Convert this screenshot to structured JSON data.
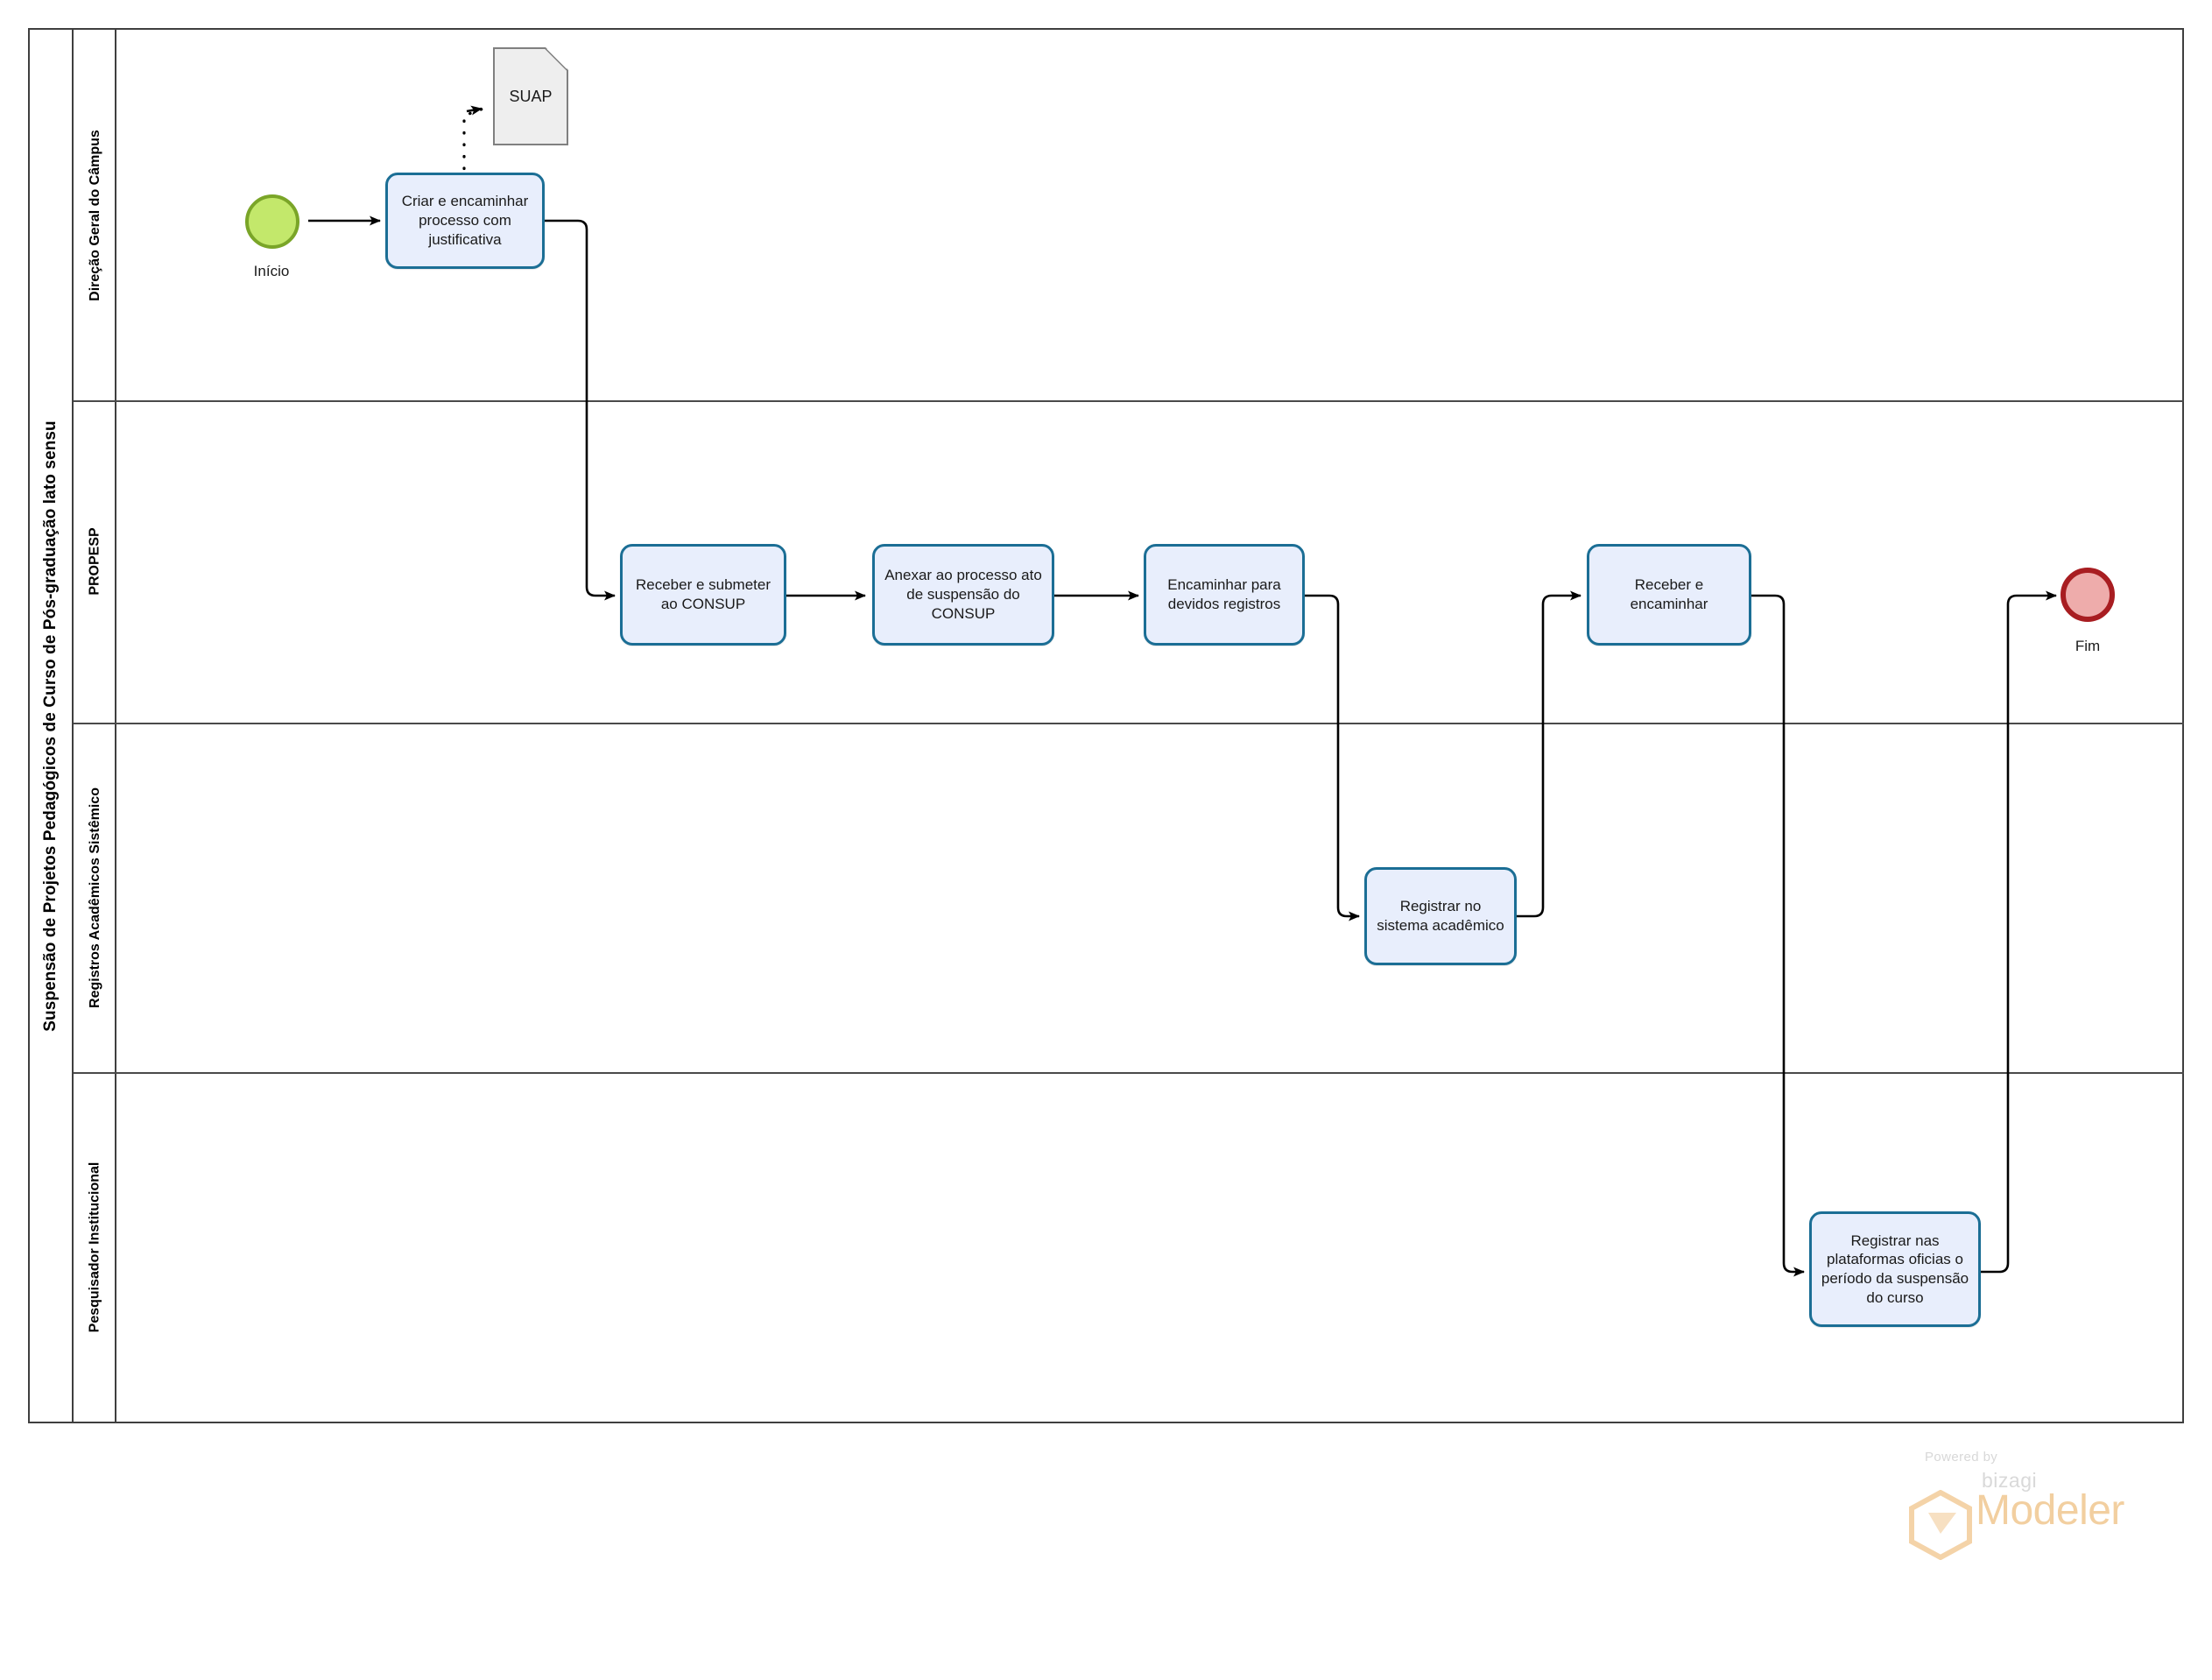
{
  "diagram": {
    "type": "bpmn-process",
    "pool_title": "Suspensão de Projetos Pedagógicos de Curso de Pós-graduação lato sensu",
    "lanes": [
      {
        "id": "lane-direcao-geral",
        "label": "Direção Geral do Câmpus"
      },
      {
        "id": "lane-propesp",
        "label": "PROPESP"
      },
      {
        "id": "lane-registros-academicos",
        "label": "Registros Acadêmicos Sistêmico"
      },
      {
        "id": "lane-pesquisador",
        "label": "Pesquisador Institucional"
      }
    ],
    "events": [
      {
        "id": "start-event",
        "kind": "start",
        "label": "Início",
        "lane": "lane-direcao-geral"
      },
      {
        "id": "end-event",
        "kind": "end",
        "label": "Fim",
        "lane": "lane-propesp"
      }
    ],
    "tasks": [
      {
        "id": "task-criar-encaminhar",
        "label": "Criar e encaminhar processo com justificativa",
        "lane": "lane-direcao-geral"
      },
      {
        "id": "task-receber-submeter",
        "label": "Receber e submeter ao CONSUP",
        "lane": "lane-propesp"
      },
      {
        "id": "task-anexar-ato",
        "label": "Anexar ao processo ato de suspensão do CONSUP",
        "lane": "lane-propesp"
      },
      {
        "id": "task-encaminhar-registros",
        "label": "Encaminhar para devidos registros",
        "lane": "lane-propesp"
      },
      {
        "id": "task-receber-encaminhar",
        "label": "Receber e encaminhar",
        "lane": "lane-propesp"
      },
      {
        "id": "task-registrar-sistema",
        "label": "Registrar no sistema acadêmico",
        "lane": "lane-registros-academicos"
      },
      {
        "id": "task-registrar-plataformas",
        "label": "Registrar nas plataformas oficias o período da suspensão do curso",
        "lane": "lane-pesquisador"
      }
    ],
    "data_objects": [
      {
        "id": "data-object-suap",
        "label": "SUAP",
        "attached_to": "task-criar-encaminhar"
      }
    ],
    "sequence_flows": [
      {
        "from": "start-event",
        "to": "task-criar-encaminhar"
      },
      {
        "from": "task-criar-encaminhar",
        "to": "task-receber-submeter"
      },
      {
        "from": "task-receber-submeter",
        "to": "task-anexar-ato"
      },
      {
        "from": "task-anexar-ato",
        "to": "task-encaminhar-registros"
      },
      {
        "from": "task-encaminhar-registros",
        "to": "task-registrar-sistema"
      },
      {
        "from": "task-registrar-sistema",
        "to": "task-receber-encaminhar"
      },
      {
        "from": "task-receber-encaminhar",
        "to": "task-registrar-plataformas"
      },
      {
        "from": "task-registrar-plataformas",
        "to": "end-event"
      }
    ],
    "association_flows": [
      {
        "from": "task-criar-encaminhar",
        "to": "data-object-suap",
        "style": "dotted"
      }
    ],
    "colors": {
      "task_fill": "#e8eefc",
      "task_border": "#1b6e95",
      "start_fill": "#c3e86b",
      "start_border": "#7aa528",
      "end_fill": "#eeacab",
      "end_border": "#a81d21",
      "data_object_fill": "#eeeeee",
      "data_object_border": "#808080",
      "pool_border": "#3f3f3f",
      "flow_stroke": "#000000"
    }
  },
  "footer": {
    "powered_by": "Powered by",
    "brand": "bizagi",
    "product": "Modeler"
  }
}
